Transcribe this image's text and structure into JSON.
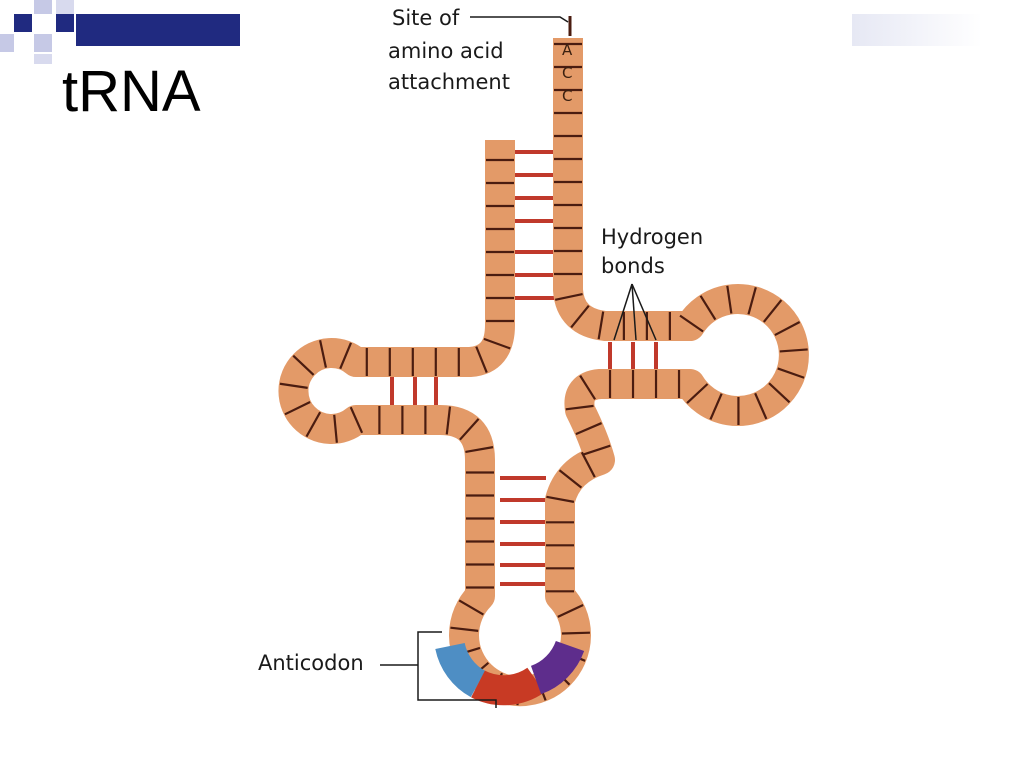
{
  "slide": {
    "title": "tRNA"
  },
  "colors": {
    "strand": "#E39A68",
    "rung": "#B2361F",
    "hydrogen_bond": "#C0392B",
    "anticodon_1": "#4E8EC4",
    "anticodon_2": "#C83A24",
    "anticodon_3": "#5E2D8C",
    "title_bar": "#202A80",
    "accent_square": "#C6C9E6"
  },
  "diagram": {
    "labels": {
      "site_line1": "Site of",
      "site_line2": "amino acid",
      "site_line3": "attachment",
      "hydrogen_line1": "Hydrogen",
      "hydrogen_line2": "bonds",
      "anticodon": "Anticodon"
    },
    "terminal_sequence": [
      "A",
      "C",
      "C"
    ]
  }
}
